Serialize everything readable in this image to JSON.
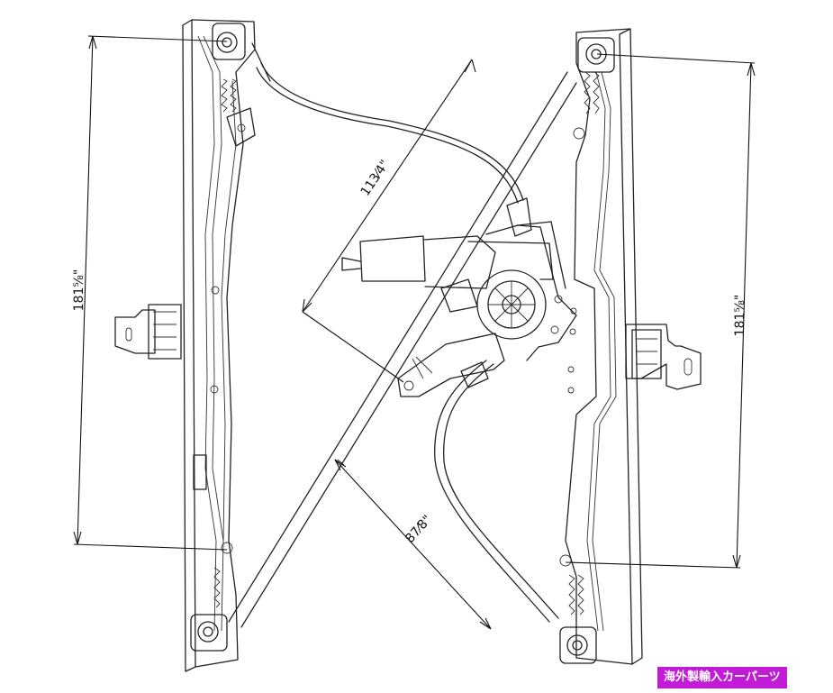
{
  "dimensions": {
    "left_height": "181⅝\"",
    "right_height": "181⅝\"",
    "diag_long": "113⁄4\"",
    "diag_short": "87⁄8\""
  },
  "badge": {
    "label": "海外製輸入カーパーツ"
  },
  "colors": {
    "line": "#222222",
    "badge_bg": "#c21bd6",
    "badge_text": "#ffffff"
  }
}
